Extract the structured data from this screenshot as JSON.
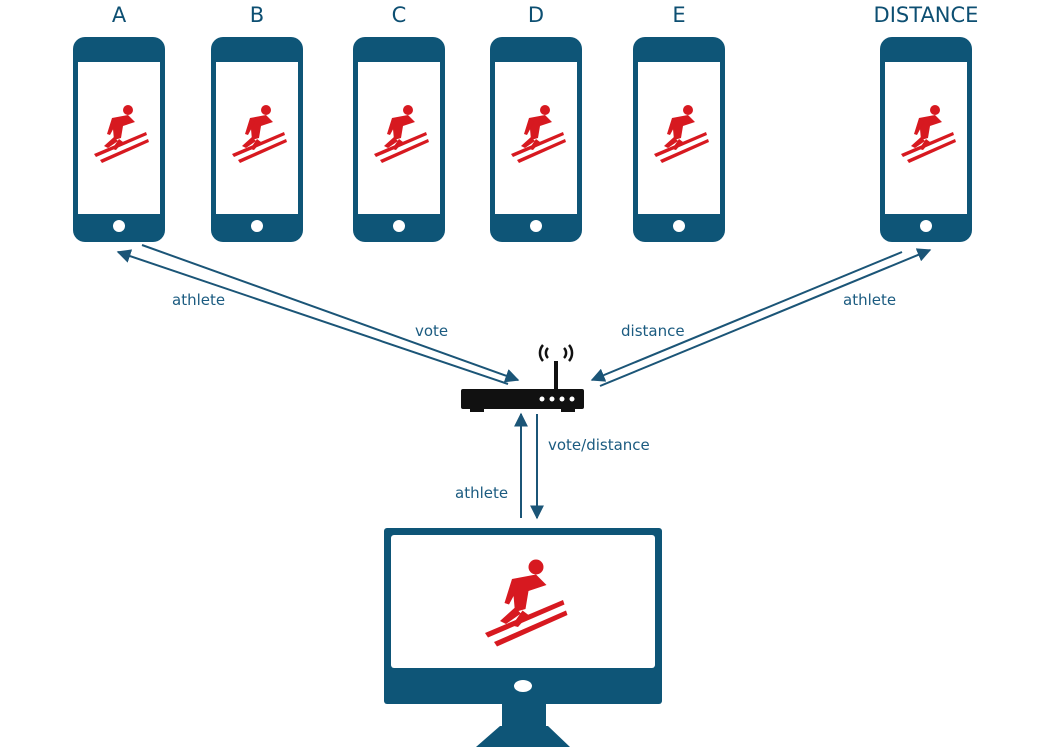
{
  "colors": {
    "device": "#0e5577",
    "screen": "#ffffff",
    "skier": "#d71920",
    "router": "#111111",
    "arrow": "#1b5577",
    "label_text": "#0d4f72"
  },
  "phones": [
    {
      "label": "A",
      "icon": "ski-jumper-icon"
    },
    {
      "label": "B",
      "icon": "ski-jumper-icon"
    },
    {
      "label": "C",
      "icon": "ski-jumper-icon"
    },
    {
      "label": "D",
      "icon": "ski-jumper-icon"
    },
    {
      "label": "E",
      "icon": "ski-jumper-icon"
    },
    {
      "label": "DISTANCE",
      "icon": "ski-jumper-icon"
    }
  ],
  "router": {
    "icon": "wifi-router-icon"
  },
  "monitor": {
    "icon": "ski-jumper-icon"
  },
  "edges": {
    "left_down": "athlete",
    "left_up": "vote",
    "right_up": "distance",
    "right_down": "athlete",
    "center_down": "vote/distance",
    "center_up": "athlete"
  }
}
